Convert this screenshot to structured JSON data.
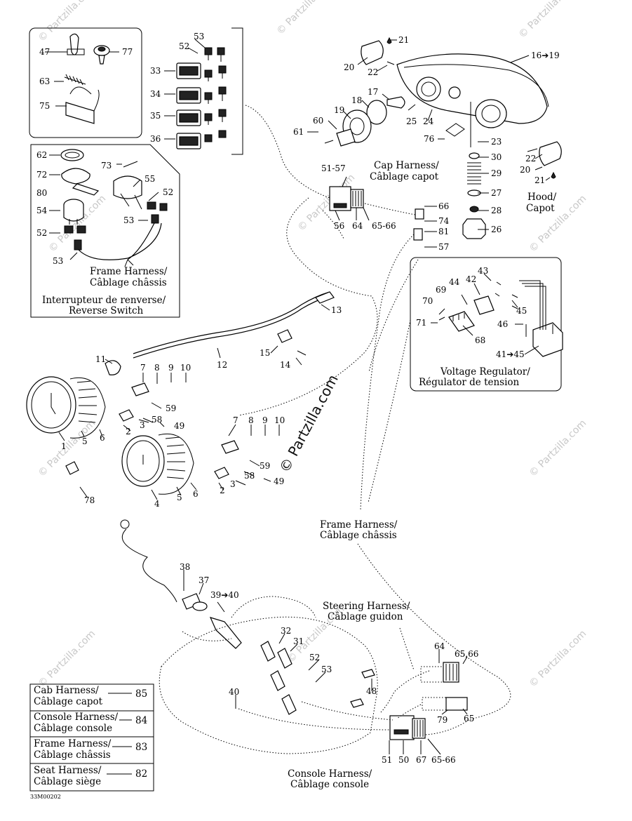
{
  "watermark": "© Partzilla.com",
  "watermark_center": "© Partzilla.com",
  "diagram_code": "33M00202",
  "captions": {
    "cap_harness": [
      "Cap Harness/",
      "Câblage capot"
    ],
    "hood": [
      "Hood/",
      "Capot"
    ],
    "frame_harness_top": [
      "Frame Harness/",
      "Câblage châssis"
    ],
    "reverse_switch": [
      "Interrupteur de renverse/",
      "Reverse Switch"
    ],
    "voltage_regulator": [
      "Voltage Regulator/",
      "Régulator de tension"
    ],
    "frame_harness_mid": [
      "Frame Harness/",
      "Câblage châssis"
    ],
    "steering_harness": [
      "Steering Harness/",
      "Câblage guidon"
    ],
    "console_harness": [
      "Console Harness/",
      "Câblage console"
    ]
  },
  "legend": [
    {
      "line1": "Cab Harness/",
      "line2": "Câblage capot",
      "number": "85"
    },
    {
      "line1": "Console Harness/",
      "line2": "Câblage console",
      "number": "84"
    },
    {
      "line1": "Frame Harness/",
      "line2": "Câblage châssis",
      "number": "83"
    },
    {
      "line1": "Seat Harness/",
      "line2": "Câblage siège",
      "number": "82"
    }
  ],
  "callouts": {
    "n53a": "53",
    "n47": "47",
    "n77": "77",
    "n52a": "52",
    "n63": "63",
    "n75": "75",
    "n33": "33",
    "n34": "34",
    "n35": "35",
    "n36": "36",
    "n62": "62",
    "n72": "72",
    "n73": "73",
    "n55": "55",
    "n80": "80",
    "n52b": "52",
    "n54": "54",
    "n53b": "53",
    "n52c": "52",
    "n53c": "53",
    "n21a": "21",
    "n20a": "20",
    "n22a": "22",
    "n16": "16➔19",
    "n17": "17",
    "n18": "18",
    "n19": "19",
    "n25": "25",
    "n24": "24",
    "n60": "60",
    "n61": "61",
    "n76": "76",
    "n23": "23",
    "n30": "30",
    "n29": "29",
    "n27": "27",
    "n28": "28",
    "n26": "26",
    "n22b": "22",
    "n20b": "20",
    "n21b": "21",
    "n5157": "51-57",
    "n56": "56",
    "n64a": "64",
    "n6566a": "65-66",
    "n66": "66",
    "n74": "74",
    "n81": "81",
    "n57": "57",
    "n43": "43",
    "n42": "42",
    "n44": "44",
    "n69": "69",
    "n45": "45",
    "n70": "70",
    "n71": "71",
    "n46": "46",
    "n68": "68",
    "n4145": "41➔45",
    "n13": "13",
    "n15": "15",
    "n14": "14",
    "n12": "12",
    "n11": "11",
    "n7a": "7",
    "n8a": "8",
    "n9a": "9",
    "n10a": "10",
    "n59a": "59",
    "n58a": "58",
    "n49a": "49",
    "n3a": "3",
    "n2a": "2",
    "n1": "1",
    "n5a": "5",
    "n6a": "6",
    "n7b": "7",
    "n8b": "8",
    "n9b": "9",
    "n10b": "10",
    "n59b": "59",
    "n58b": "58",
    "n3b": "3",
    "n49b": "49",
    "n2b": "2",
    "n6b": "6",
    "n5b": "5",
    "n4": "4",
    "n78": "78",
    "n38": "38",
    "n37": "37",
    "n3940": "39➔40",
    "n32": "32",
    "n31": "31",
    "n52d": "52",
    "n53d": "53",
    "n48": "48",
    "n40": "40",
    "n64b": "64",
    "n6566b": "65,66",
    "n79": "79",
    "n65": "65",
    "n51": "51",
    "n50": "50",
    "n67": "67",
    "n6566c": "65-66"
  },
  "colors": {
    "ink": "#000000",
    "paper": "#ffffff",
    "watermark": "#c8c8c8"
  }
}
